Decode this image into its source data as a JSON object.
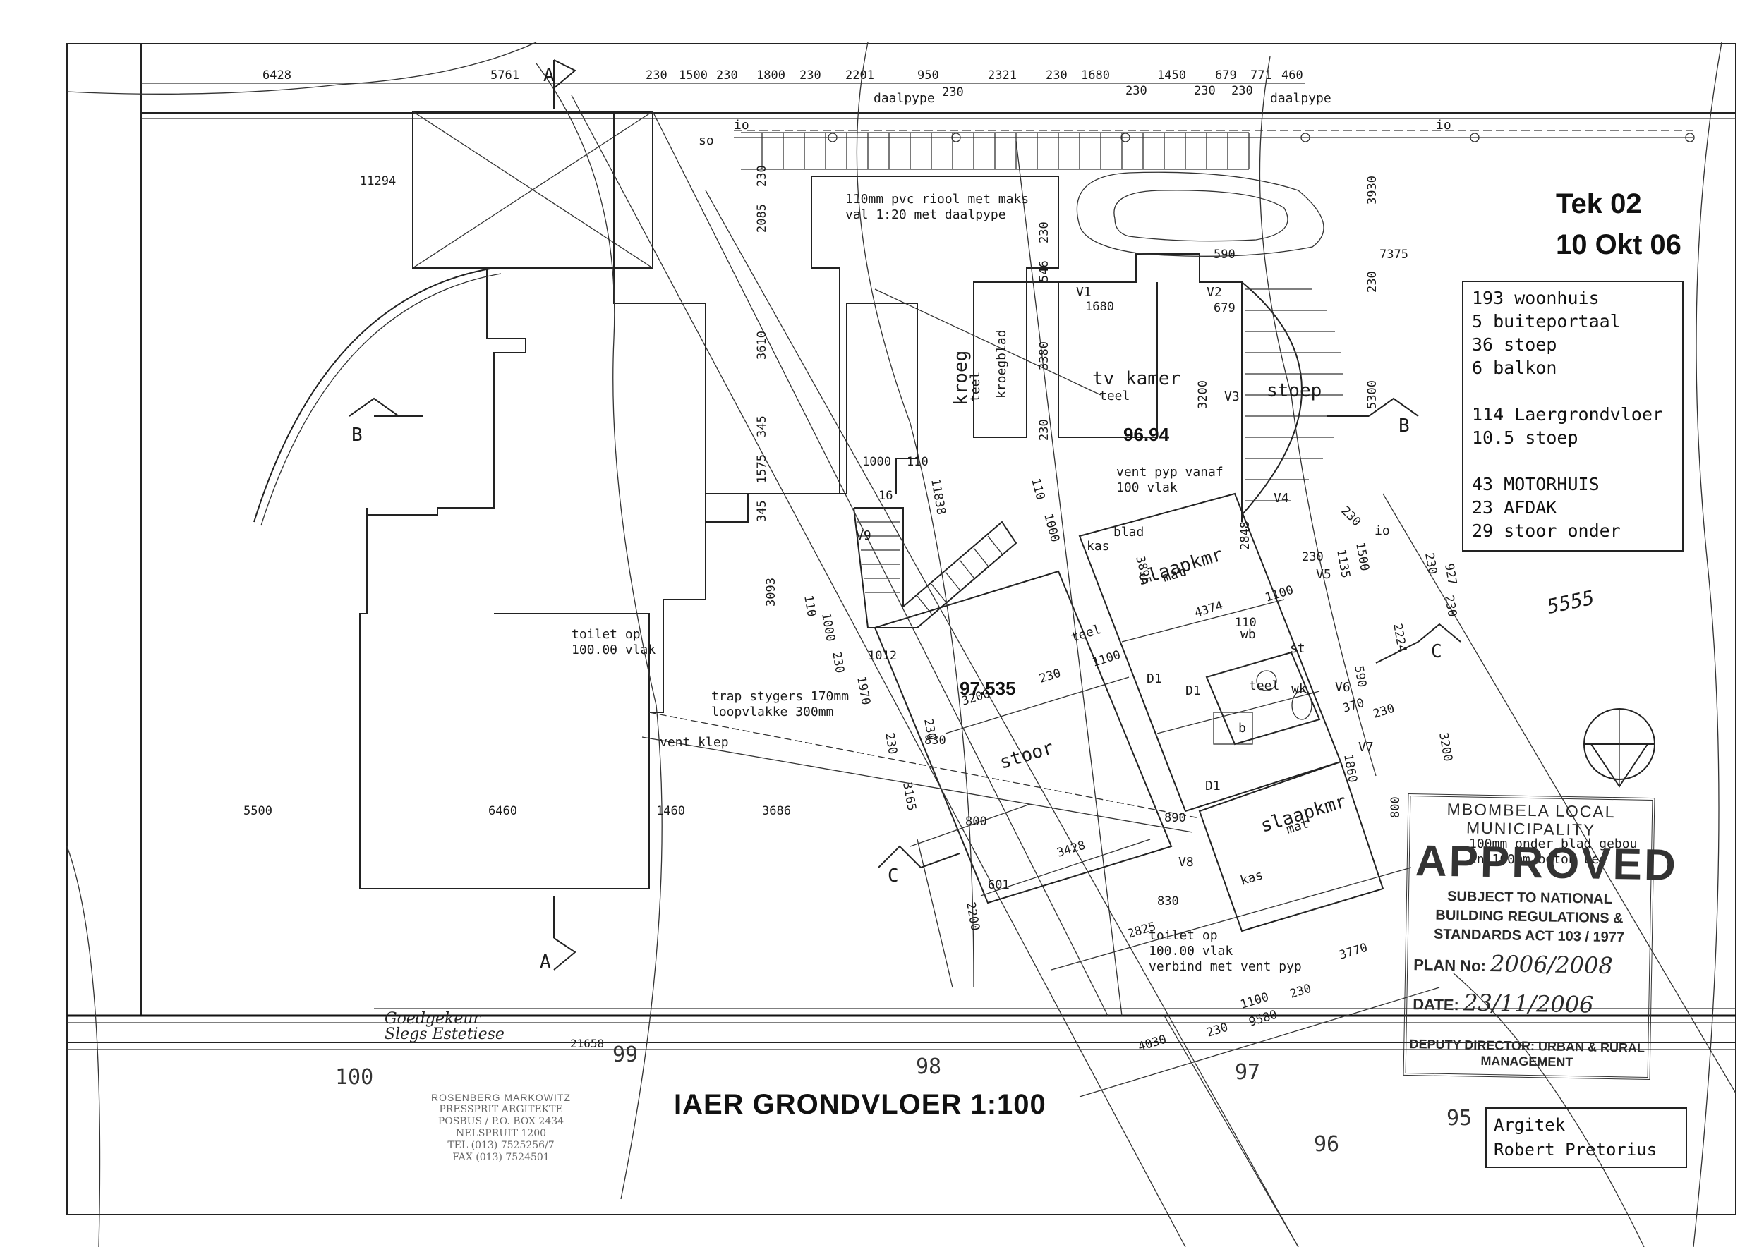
{
  "drawing": {
    "title": "IAER GRONDVLOER 1:100",
    "tek_number": "Tek 02",
    "tek_date": "10 Okt 06",
    "scribble_note": "5555",
    "ref_number": "21658"
  },
  "areas": {
    "lines": [
      "193 woonhuis",
      "5 buiteportaal",
      "36 stoep",
      "6 balkon",
      "",
      "114 Laergrondvloer",
      "10.5 stoep",
      "",
      "43 MOTORHUIS",
      "23 AFDAK",
      "29 stoor onder"
    ]
  },
  "architect": {
    "label": "Argitek",
    "name": "Robert Pretorius"
  },
  "stamp": {
    "authority": "MBOMBELA LOCAL MUNICIPALITY",
    "status": "APPROVED",
    "subject": "SUBJECT TO NATIONAL BUILDING REGULATIONS & STANDARDS ACT 103 / 1977",
    "plan_label": "PLAN No:",
    "plan_value": "2006/2008",
    "date_label": "DATE:",
    "date_value": "23/11/2006",
    "signatory": "DEPUTY DIRECTOR: URBAN & RURAL MANAGEMENT"
  },
  "signature": {
    "handwritten_1": "Goedgekeur",
    "handwritten_2": "Slegs Estetiese",
    "firm_line_1": "ROSENBERG MARKOWITZ",
    "firm_line_2": "PRESSPRIT ARGITEKTE",
    "firm_line_3": "POSBUS / P.O. BOX 2434",
    "firm_line_4": "NELSPRUIT 1200",
    "firm_line_5": "TEL (013) 7525256/7",
    "firm_line_6": "FAX (013) 7524501"
  },
  "rooms": {
    "tv_kamer": "tv kamer",
    "teel": "teel",
    "stoep": "stoep",
    "kroeg": "kroeg",
    "kroegblad": "kroegblad",
    "slaapkmr_1": "slaapkmr",
    "slaapkmr_2": "slaapkmr",
    "mat": "mat",
    "stoor": "stoor",
    "kas": "kas",
    "blad": "blad",
    "wb": "wb",
    "st": "st",
    "wk": "wk",
    "b": "b"
  },
  "levels": {
    "l1": "96.94",
    "l2": "97.535"
  },
  "notes": {
    "pvc_1": "110mm pvc riool met maks",
    "pvc_2": "val 1:20 met daalpype",
    "daalpype_1": "daalpype",
    "daalpype_2": "daalpype",
    "vent_pyp_1": "vent pyp vanaf",
    "vent_pyp_2": "100 vlak",
    "toilet_1a": "toilet op",
    "toilet_1b": "100.00 vlak",
    "toilet_2a": "toilet op",
    "toilet_2b": "100.00 vlak",
    "toilet_2c": "verbind met vent pyp",
    "trap_1": "trap stygers 170mm",
    "trap_2": "loopvlakke 300mm",
    "vent_klep": "vent klep",
    "blad_note_1": "100mm onder blad gebou",
    "blad_note_2": "in 100mm beton bed",
    "so": "so",
    "io_1": "io",
    "io_2": "io",
    "io_3": "io"
  },
  "contours": [
    "100",
    "99",
    "98",
    "97",
    "96",
    "95"
  ],
  "sections": [
    "A",
    "A",
    "B",
    "B",
    "C",
    "C"
  ],
  "valves": [
    "V1",
    "V2",
    "V3",
    "V4",
    "V5",
    "V6",
    "V7",
    "V8",
    "V9"
  ],
  "doors": [
    "D1",
    "D1",
    "D1"
  ],
  "dims_top": [
    "6428",
    "5761",
    "230",
    "1500",
    "230",
    "1800",
    "230",
    "2201",
    "950",
    "230",
    "2321",
    "230",
    "1680",
    "230",
    "1450",
    "230",
    "679",
    "230",
    "771",
    "460"
  ],
  "dims_other": [
    "11294",
    "5500",
    "6460",
    "1460",
    "3686",
    "3610",
    "1575",
    "345",
    "345",
    "2085",
    "230",
    "230",
    "546",
    "3380",
    "230",
    "1680",
    "679",
    "590",
    "7375",
    "3930",
    "5300",
    "230",
    "3200",
    "1000",
    "110",
    "16",
    "11838",
    "3093",
    "110",
    "1000",
    "230",
    "1012",
    "1970",
    "3200",
    "230",
    "1100",
    "230",
    "3165",
    "230",
    "830",
    "800",
    "601",
    "2200",
    "3428",
    "2825",
    "830",
    "890",
    "4030",
    "230",
    "1100",
    "9580",
    "230",
    "3770",
    "3895",
    "2848",
    "4374",
    "110",
    "1100",
    "230",
    "1135",
    "1500",
    "230",
    "2224",
    "590",
    "370",
    "230",
    "1860",
    "3200",
    "800",
    "230",
    "927",
    "230",
    "1000",
    "110"
  ]
}
